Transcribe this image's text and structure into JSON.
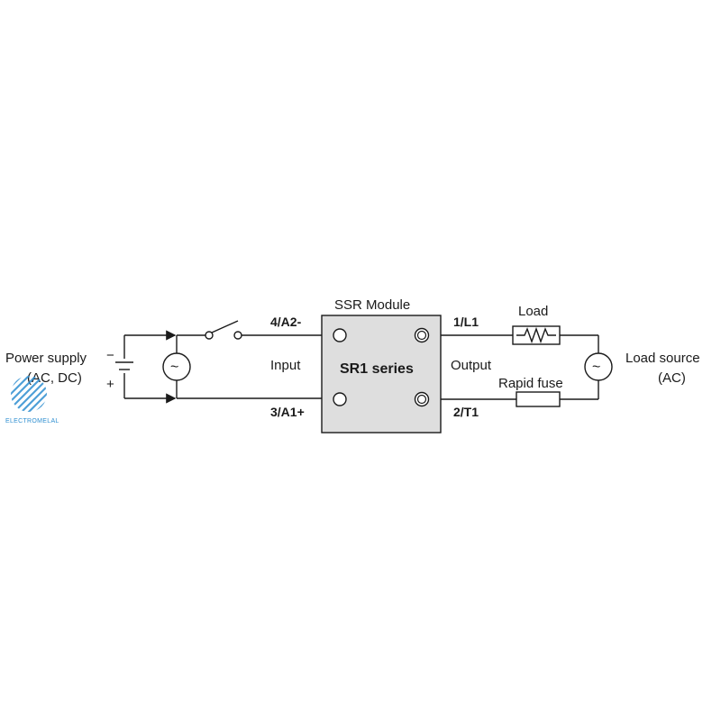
{
  "module": {
    "title": "SSR Module",
    "series": "SR1 series",
    "input_label": "Input",
    "output_label": "Output",
    "box_fill": "#dedede"
  },
  "terminals": {
    "t4": "4/A2-",
    "t3": "3/A1+",
    "t1": "1/L1",
    "t2": "2/T1"
  },
  "power_supply": {
    "line1": "Power supply",
    "line2": "(AC, DC)",
    "minus": "−",
    "plus": "+"
  },
  "load": {
    "label": "Load",
    "fuse_label": "Rapid fuse"
  },
  "load_source": {
    "line1": "Load source",
    "line2": "(AC)"
  },
  "logo": {
    "text": "ELECTROMELAL",
    "color": "#2f8fd1"
  },
  "ac_symbol": "~"
}
